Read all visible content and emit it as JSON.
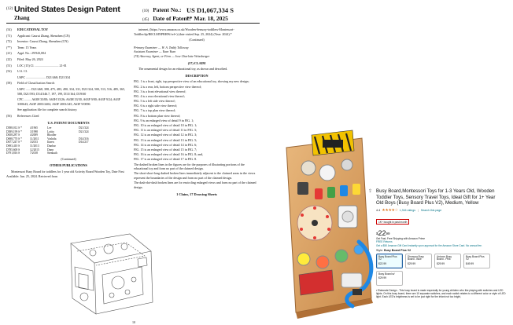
{
  "patent": {
    "header": {
      "code12": "(12)",
      "title": "United States Design Patent",
      "inventor": "Zhang",
      "code10": "(10)",
      "patent_no_label": "Patent No.:",
      "patent_no": "US D1,067,334 S",
      "code45": "(45)",
      "date_label": "Date of Patent:",
      "date_marker": "**",
      "date": "Mar. 18, 2025"
    },
    "left_fields": [
      {
        "code": "(54)",
        "label": "EDUCATIONAL TOY",
        "bold": true
      },
      {
        "code": "(71)",
        "label": "Applicant: Caurui Zhang, Shenzhen (CN)"
      },
      {
        "code": "(72)",
        "label": "Inventor: Caurui Zhang, Shenzhen (CN)"
      },
      {
        "code": "(**)",
        "label": "Term: 15 Years"
      },
      {
        "code": "(21)",
        "label": "Appl. No.: 29/943,004"
      },
      {
        "code": "(22)",
        "label": "Filed: May 26, 2024"
      },
      {
        "code": "(51)",
        "label": "LOC (15) Cl. .............................. 21-01"
      },
      {
        "code": "(52)",
        "label": "U.S. Cl."
      },
      {
        "code": "",
        "label": "USPC ......................... D21/468; D21/334"
      },
      {
        "code": "(58)",
        "label": "Field of Classification Search"
      },
      {
        "code": "",
        "label": "USPC ...... D21/468, 398, 475, 483, 490, 334, 331, D21/324, 500, 513, 516, 485, 365, 588, D21/593; D14/346.7, 197, 199, D13/164; D19/60"
      },
      {
        "code": "",
        "label": "CPC ......... A63H 33/00; A63H 33/26; A63H 33/30, A63F 9/00; A63F 9/24; A63F 3/00643; A63F 2003/2402; A63F 2003/245; A63F 9/0096"
      },
      {
        "code": "",
        "label": "See application file for complete search history."
      },
      {
        "code": "(56)",
        "label": "References Cited"
      }
    ],
    "refs_title": "U.S. PATENT DOCUMENTS",
    "refs": [
      [
        "D588,012 S *",
        "4/1965",
        "Lee",
        "D21/324"
      ],
      [
        "D589,199 S *",
        "3/1998",
        "Lotito",
        "D21/324"
      ],
      [
        "D658,287 S",
        "4/2009",
        "Rhodler",
        ""
      ],
      [
        "D698,770 S *",
        "11/2011",
        "Voshida",
        "D14/316"
      ],
      [
        "D677,247 S *",
        "3/2013",
        "Ifaren",
        "D14/217"
      ],
      [
        "D693,410 S",
        "11/2013",
        "Dunbar",
        ""
      ],
      [
        "D785,600 S",
        "12/2015",
        "Dunn",
        ""
      ],
      [
        "D791,816 S",
        "7/2018",
        "Stenkuth",
        ""
      ]
    ],
    "refs_continued": "(Continued)",
    "other_pubs_title": "OTHER PUBLICATIONS",
    "other_pubs": "Montessori Busy Board for toddlers for 1 year old Activity Board Wooden Toy, Date First Available: Jun. 25, 2024. Retrieved from",
    "right_top": "internet, (https://www.amazon.co.uk/Wooden-Sensory-toddlers-Montessori-Toddler/dp/B0CLMNPBHW/ref=) (date visited Sep. 25, 2024) (Year: 2024).*",
    "right_continued": "(Continued)",
    "examiner": "Primary Examiner — W. A. Teddy Tolloway",
    "asst_examiner": "Assistant Examiner — Yuan Yuan",
    "attorney": "(74) Attorney, Agent, or Firm — Jose Charlotte Weissberger",
    "claim_code": "(57)",
    "claim_title": "CLAIM",
    "claim_text": "The ornamental design for an educational toy, as shown and described.",
    "desc_title": "DESCRIPTION",
    "desc": [
      "FIG. 1 is a front, right, top perspective view of an educational toy, showing my new design;",
      "FIG. 2 is a rear, left, bottom perspective view thereof;",
      "FIG. 3 is a front elevational view thereof;",
      "FIG. 4 is a rear elevational view thereof;",
      "FIG. 5 is a left side view thereof;",
      "FIG. 6 is a right side view thereof;",
      "FIG. 7 is a top plan view thereof;",
      "FIG. 8 is a bottom plan view thereof;",
      "FIG. 9 is an enlarged view of detail 9 in FIG. 1;",
      "FIG. 10 is an enlarged view of detail 10 in FIG. 1;",
      "FIG. 11 is an enlarged view of detail 11 in FIG. 3;",
      "FIG. 12 is an enlarged view of detail 12 in FIG. 3;",
      "FIG. 13 is an enlarged view of detail 13 in FIG. 5;",
      "FIG. 14 is an enlarged view of detail 14 in FIG. 6;",
      "FIG. 15 is an enlarged view of detail 15 in FIG. 7;",
      "FIG. 16 is an enlarged view of detail 16 in FIG. 8; and,",
      "FIG. 17 is an enlarged view of detail 17 in FIG. 8.",
      "The dashed broken lines in the figures are for the purposes of illustrating portions of the educational toy and form no part of the claimed design.",
      "The short-short-long dashed broken lines immediately adjacent to the claimed areas in the views represent the boundaries of the design and form no part of the claimed design.",
      "The dash-dot-dash broken lines are for encircling enlarged views and form no part of the claimed design."
    ],
    "claim_footer": "1 Claim, 17 Drawing Sheets",
    "page_num": "10"
  },
  "product": {
    "title": "Busy Board,Montessori Toys for 1-3 Years Old, Wooden Toddler Toys, Sensory Travel Toys, Ideal Gift for 1+ Year Old Boys (Busy Board Plus V2), Medium, Yellow",
    "rating_value": "4.4",
    "rating_fraction": 0.88,
    "ratings_count": "1,316 ratings",
    "search_link": "Search this page",
    "bought": "1K+ bought in past month",
    "price_symbol": "$",
    "price_whole": "22",
    "price_fraction": "99",
    "returns": "Get Fast, Free Shipping with Amazon Prime",
    "free_returns": "FREE Returns",
    "gift_offer": "Get a $50 Amazon Gift Card instantly upon approval for the Amazon Store Card. No annual fee.",
    "style_label": "Style:",
    "style_value": "Busy Board Plus V2",
    "options": [
      {
        "name": "Busy Board Plus V2",
        "price": "$22.99",
        "selected": true
      },
      {
        "name": "Dinosaur Busy Board - Blue",
        "price": "$29.99",
        "selected": false
      },
      {
        "name": "Unicorn Busy Board - Pink",
        "price": "$29.99",
        "selected": false
      },
      {
        "name": "Busy Board Plus V2",
        "price": "$49.99",
        "selected": false
      },
      {
        "name": "Busy Board w/",
        "price": "$29.99",
        "selected": false
      }
    ],
    "bullet": "Elaborate Design - This busy board is made especially for young children who like playing with switches and LED lights. On this busy board, there are 10 separate switches, and each switch relates to a different color or style of LED light. Each LED's brightness is set to be just right for the infant not too bright,"
  },
  "colors": {
    "link": "#007185",
    "star": "#de7921",
    "wood": "#dca064",
    "yellow": "#f2c200"
  }
}
